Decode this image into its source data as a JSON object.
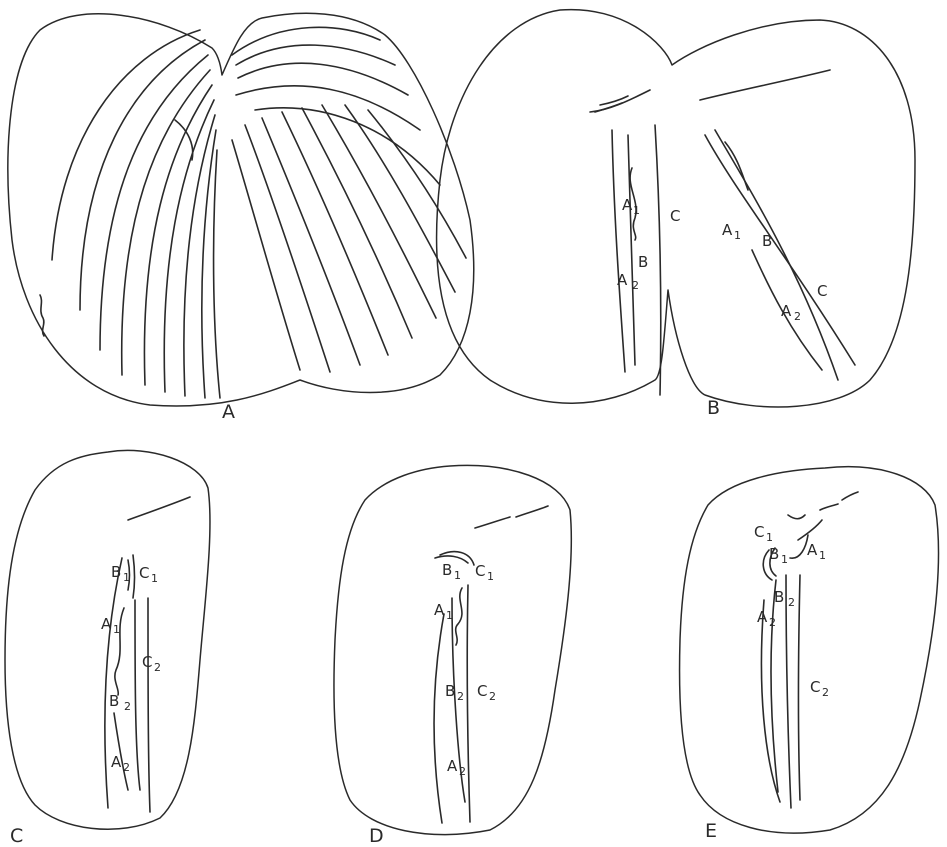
{
  "panel_labels": {
    "a": "A",
    "b": "B",
    "c": "C",
    "d": "D",
    "e": "E"
  },
  "marks": {
    "b_left_a1_main": "A",
    "b_left_a1_sub": "1",
    "b_left_c": "C",
    "b_left_b": "B",
    "b_left_a2_main": "A",
    "b_left_a2_sub": "2",
    "b_right_a1_main": "A",
    "b_right_a1_sub": "1",
    "b_right_b": "B",
    "b_right_c": "C",
    "b_right_a2_main": "A",
    "b_right_a2_sub": "2",
    "c_b1_main": "B",
    "c_b1_sub": "1",
    "c_c1_main": "C",
    "c_c1_sub": "1",
    "c_a1_main": "A",
    "c_a1_sub": "1",
    "c_c2_main": "C",
    "c_c2_sub": "2",
    "c_b2_main": "B",
    "c_b2_sub": "2",
    "c_a2_main": "A",
    "c_a2_sub": "2",
    "d_b1_main": "B",
    "d_b1_sub": "1",
    "d_c1_main": "C",
    "d_c1_sub": "1",
    "d_a1_main": "A",
    "d_a1_sub": "1",
    "d_b2_main": "B",
    "d_b2_sub": "2",
    "d_c2_main": "C",
    "d_c2_sub": "2",
    "d_a2_main": "A",
    "d_a2_sub": "2",
    "e_c1_main": "C",
    "e_c1_sub": "1",
    "e_b1_main": "B",
    "e_b1_sub": "1",
    "e_a1_main": "A",
    "e_a1_sub": "1",
    "e_b2_main": "B",
    "e_b2_sub": "2",
    "e_a2_main": "A",
    "e_a2_sub": "2",
    "e_c2_main": "C",
    "e_c2_sub": "2"
  }
}
